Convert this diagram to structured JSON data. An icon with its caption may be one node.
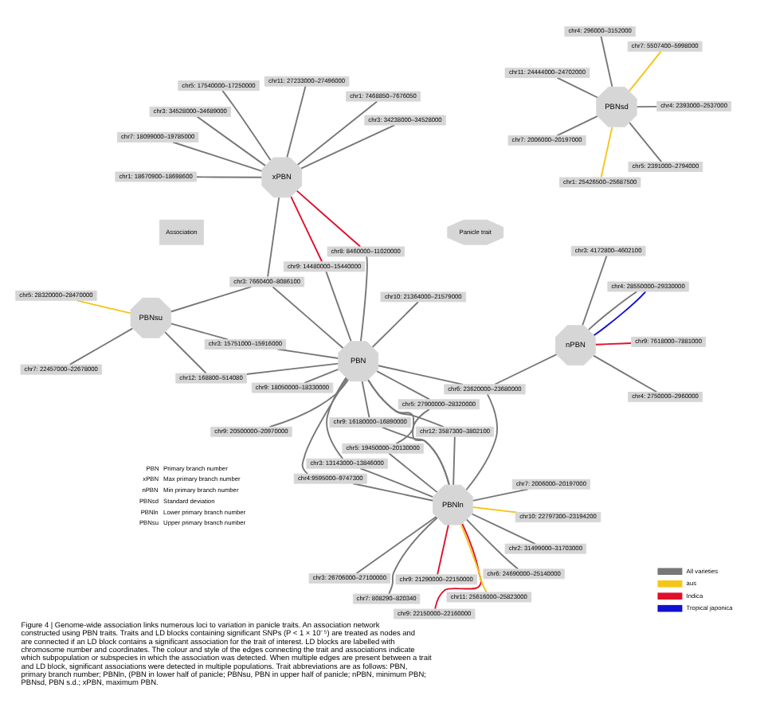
{
  "diagram": {
    "caption": "Figure 4 | Genome-wide association links numerous loci to variation in panicle traits. An association network constructed using PBN traits. Traits and LD blocks containing significant SNPs (P < 1 × 10⁻⁵) are treated as nodes and are connected if an LD block contains a significant association for the trait of interest. LD blocks are labelled with chromosome number and coordinates. The colour and style of the edges connecting the trait and associations indicate which subpopulation or subspecies in which the association was detected. When multiple edges are present between a trait and LD block, significant associations were detected in multiple populations. Trait abbreviations are as follows: PBN, primary branch number; PBNln, (PBN in lower half of panicle; PBNsu, PBN in upper half of panicle; nPBN, minimum PBN; PBNsd, PBN s.d.; xPBN, maximum PBN.",
    "nodes": [
      {
        "text": [
          "PBNln"
        ]
      },
      {
        "text": [
          "nPBN"
        ]
      },
      {
        "text": [
          "PBNsu"
        ]
      },
      {
        "text": [
          "xPBN"
        ]
      },
      {
        "text": [
          "PBN"
        ]
      },
      {
        "text": [
          "PBNsd"
        ]
      },
      {
        "text": [
          "chr9: 21290000–22150000"
        ]
      },
      {
        "text": [
          "chr9: 22150000–22160000"
        ]
      },
      {
        "text": [
          "chr10: 22797300–23194200"
        ]
      },
      {
        "text": [
          "chr11: 25616000–25823000"
        ]
      },
      {
        "text": [
          "chr2: 31499000–31703000"
        ]
      },
      {
        "text": [
          "chr6: 24690000–25140000"
        ]
      },
      {
        "text": [
          "chr7: 808290–820340"
        ]
      },
      {
        "text": [
          "chr7: 2006000–20197000"
        ]
      },
      {
        "text": [
          "chr5: 27900000–28320000"
        ]
      },
      {
        "text": [
          "chr9: 16180000–16890000"
        ]
      },
      {
        "text": [
          "chr5: 19450000–20130000"
        ]
      },
      {
        "text": [
          "chr12: 3587300–3802100"
        ]
      },
      {
        "text": [
          "chr4:9595000–9747300"
        ]
      },
      {
        "text": [
          "chr9: 18050000–18330000"
        ]
      },
      {
        "text": [
          "chr3: 26706000–27100000"
        ]
      },
      {
        "text": [
          "chr3: 13143000–13846000"
        ]
      },
      {
        "text": [
          "chr4: 28550000–29330000"
        ]
      },
      {
        "text": [
          "chr9: 7618000–7881000"
        ]
      },
      {
        "text": [
          "chr4: 2750000–2960000"
        ]
      },
      {
        "text": [
          "chr3: 4172800–4602100"
        ]
      },
      {
        "text": [
          "chr6: 23620000–23680000"
        ]
      },
      {
        "text": [
          "chr12: 168800–514080"
        ]
      },
      {
        "text": [
          "chr5: 28320000–28470000"
        ]
      },
      {
        "text": [
          "chr7: 22457000–22678000"
        ]
      },
      {
        "text": [
          "chr3: 15751000–15916000"
        ]
      },
      {
        "text": [
          "chr1: 7468850–7676050"
        ]
      },
      {
        "text": [
          "chr3: 7660400–8086100"
        ]
      },
      {
        "text": [
          "chr1: 18670900–18698600"
        ]
      },
      {
        "text": [
          "chr5: 17540000–17250000"
        ]
      },
      {
        "text": [
          "chr8: 8460000–11020000"
        ]
      },
      {
        "text": [
          "chr3: 34528000–34689000"
        ]
      },
      {
        "text": [
          "chr9: 14480000–15440000"
        ]
      },
      {
        "text": [
          "chr3: 34238000–34528000"
        ]
      },
      {
        "text": [
          "chr9: 20500000–20970000"
        ]
      },
      {
        "text": [
          "chr7: 18099000–19785000"
        ]
      },
      {
        "text": [
          "chr11: 27233000–27496000"
        ]
      },
      {
        "text": [
          "chr10: 21364000–21579000"
        ]
      },
      {
        "text": [
          "chr4: 2393000–2537000"
        ]
      },
      {
        "text": [
          "chr1: 25426500–25687500"
        ]
      },
      {
        "text": [
          "chr11: 24444000–24702000"
        ]
      },
      {
        "text": [
          "chr7: 5507400–5998000"
        ]
      },
      {
        "text": [
          "chr4: 296000–3152000"
        ]
      },
      {
        "text": [
          "chr7: 2006000–20197000"
        ]
      },
      {
        "text": [
          "chr5: 2391000–2794000"
        ]
      }
    ],
    "edges": [
      {
        "from": 6,
        "to": 0,
        "arrow": "none",
        "color": "#e0102a"
      },
      {
        "from": 7,
        "to": 0,
        "arrow": "none",
        "color": "#e0102a"
      },
      {
        "from": 8,
        "to": 0,
        "arrow": "none",
        "color": "#f5c518"
      },
      {
        "from": 9,
        "to": 0,
        "arrow": "none",
        "color": "#f5c518"
      },
      {
        "from": 10,
        "to": 0,
        "arrow": "none"
      },
      {
        "from": 11,
        "to": 0,
        "arrow": "none"
      },
      {
        "from": 12,
        "to": 0,
        "arrow": "none"
      },
      {
        "from": 13,
        "to": 0,
        "arrow": "none"
      },
      {
        "from": 14,
        "to": 0,
        "arrow": "none"
      },
      {
        "from": 14,
        "to": 4,
        "arrow": "none"
      },
      {
        "from": 15,
        "to": 0,
        "arrow": "none"
      },
      {
        "from": 15,
        "to": 4,
        "arrow": "none"
      },
      {
        "from": 16,
        "to": 0,
        "arrow": "none"
      },
      {
        "from": 16,
        "to": 4,
        "arrow": "none"
      },
      {
        "from": 17,
        "to": 0,
        "arrow": "none"
      },
      {
        "from": 17,
        "to": 4,
        "arrow": "none"
      },
      {
        "from": 18,
        "to": 0,
        "arrow": "none"
      },
      {
        "from": 18,
        "to": 4,
        "arrow": "none"
      },
      {
        "from": 19,
        "to": 4,
        "arrow": "none"
      },
      {
        "from": 20,
        "to": 0,
        "arrow": "none"
      },
      {
        "from": 21,
        "to": 0,
        "arrow": "none"
      },
      {
        "from": 21,
        "to": 4,
        "arrow": "none"
      },
      {
        "from": 22,
        "to": 1,
        "arrow": "none",
        "color": "#1010d0"
      },
      {
        "from": 22,
        "to": 1,
        "arrow": "none"
      },
      {
        "from": 23,
        "to": 1,
        "arrow": "none",
        "color": "#e0102a"
      },
      {
        "from": 24,
        "to": 1,
        "arrow": "none"
      },
      {
        "from": 25,
        "to": 1,
        "arrow": "none"
      },
      {
        "from": 26,
        "to": 1,
        "arrow": "none"
      },
      {
        "from": 26,
        "to": 0,
        "arrow": "none"
      },
      {
        "from": 26,
        "to": 4,
        "arrow": "none"
      },
      {
        "from": 27,
        "to": 2,
        "arrow": "none"
      },
      {
        "from": 27,
        "to": 4,
        "arrow": "none"
      },
      {
        "from": 28,
        "to": 2,
        "arrow": "none",
        "color": "#f5c518"
      },
      {
        "from": 29,
        "to": 2,
        "arrow": "none"
      },
      {
        "from": 30,
        "to": 2,
        "arrow": "none"
      },
      {
        "from": 30,
        "to": 4,
        "arrow": "none"
      },
      {
        "from": 31,
        "to": 3,
        "arrow": "none"
      },
      {
        "from": 32,
        "to": 3,
        "arrow": "none"
      },
      {
        "from": 32,
        "to": 4,
        "arrow": "none"
      },
      {
        "from": 32,
        "to": 2,
        "arrow": "none"
      },
      {
        "from": 33,
        "to": 3,
        "arrow": "none"
      },
      {
        "from": 34,
        "to": 3,
        "arrow": "none"
      },
      {
        "from": 35,
        "to": 3,
        "arrow": "none",
        "color": "#e0102a"
      },
      {
        "from": 35,
        "to": 4,
        "arrow": "none"
      },
      {
        "from": 36,
        "to": 3,
        "arrow": "none"
      },
      {
        "from": 37,
        "to": 3,
        "arrow": "none",
        "color": "#e0102a"
      },
      {
        "from": 37,
        "to": 4,
        "arrow": "none"
      },
      {
        "from": 38,
        "to": 3,
        "arrow": "none"
      },
      {
        "from": 39,
        "to": 4,
        "arrow": "none"
      },
      {
        "from": 40,
        "to": 3,
        "arrow": "none"
      },
      {
        "from": 41,
        "to": 3,
        "arrow": "none"
      },
      {
        "from": 42,
        "to": 4,
        "arrow": "none"
      },
      {
        "from": 43,
        "to": 5,
        "arrow": "none"
      },
      {
        "from": 44,
        "to": 5,
        "arrow": "none",
        "color": "#f5c518"
      },
      {
        "from": 45,
        "to": 5,
        "arrow": "none"
      },
      {
        "from": 46,
        "to": 5,
        "arrow": "none",
        "color": "#f5c518"
      },
      {
        "from": 47,
        "to": 5,
        "arrow": "none"
      },
      {
        "from": 48,
        "to": 5,
        "arrow": "none"
      },
      {
        "from": 49,
        "to": 5,
        "arrow": "none"
      }
    ],
    "labels": [
      "PBN",
      "Primary branch number",
      "xPBN",
      "Max primary branch number",
      "nPBN",
      "Min primary branch number",
      "PBNsd",
      "Standard deviation",
      "PBNln",
      "Lower primary branch number",
      "PBNsu",
      "Upper primary branch number"
    ],
    "legend": [
      {
        "text": "Panicle trait"
      },
      {
        "text": "Association"
      },
      {
        "text": "All varieties",
        "color": "#777777"
      },
      {
        "text": "aus",
        "color": "#f5c518"
      },
      {
        "text": "Indica",
        "color": "#e0102a"
      },
      {
        "text": "Tropical japonica",
        "color": "#1010d0"
      }
    ]
  }
}
